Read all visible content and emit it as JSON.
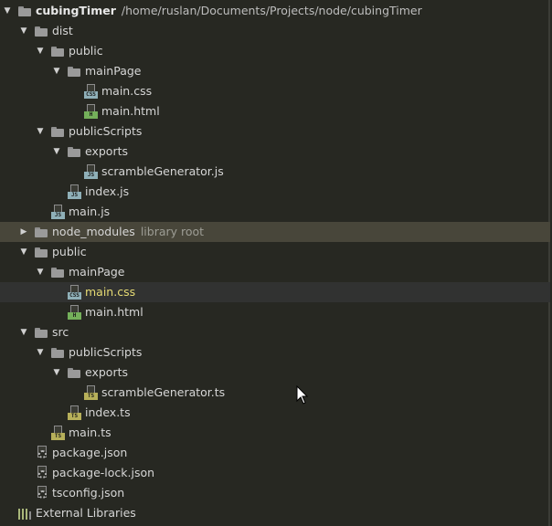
{
  "project": {
    "name": "cubingTimer",
    "path": "/home/ruslan/Documents/Projects/node/cubingTimer"
  },
  "tree": [
    {
      "label": "dist"
    },
    {
      "label": "public"
    },
    {
      "label": "mainPage"
    },
    {
      "label": "main.css",
      "badge": "CSS"
    },
    {
      "label": "main.html",
      "badge": "H"
    },
    {
      "label": "publicScripts"
    },
    {
      "label": "exports"
    },
    {
      "label": "scrambleGenerator.js",
      "badge": "JS"
    },
    {
      "label": "index.js",
      "badge": "JS"
    },
    {
      "label": "main.js",
      "badge": "JS"
    },
    {
      "label": "node_modules",
      "hint": "library root"
    },
    {
      "label": "public"
    },
    {
      "label": "mainPage"
    },
    {
      "label": "main.css",
      "badge": "CSS"
    },
    {
      "label": "main.html",
      "badge": "H"
    },
    {
      "label": "src"
    },
    {
      "label": "publicScripts"
    },
    {
      "label": "exports"
    },
    {
      "label": "scrambleGenerator.ts",
      "badge": "TS"
    },
    {
      "label": "index.ts",
      "badge": "TS"
    },
    {
      "label": "main.ts",
      "badge": "TS"
    },
    {
      "label": "package.json"
    },
    {
      "label": "package-lock.json"
    },
    {
      "label": "tsconfig.json"
    },
    {
      "label": "External Libraries"
    }
  ],
  "colors": {
    "background": "#272822",
    "highlight_row": "#48463a",
    "selected_row": "#313231",
    "selected_text": "#e6db74",
    "css_badge": "#8fb0b8",
    "html_badge": "#74b05a",
    "js_badge": "#8fb0b8",
    "ts_badge": "#b7b05a"
  }
}
